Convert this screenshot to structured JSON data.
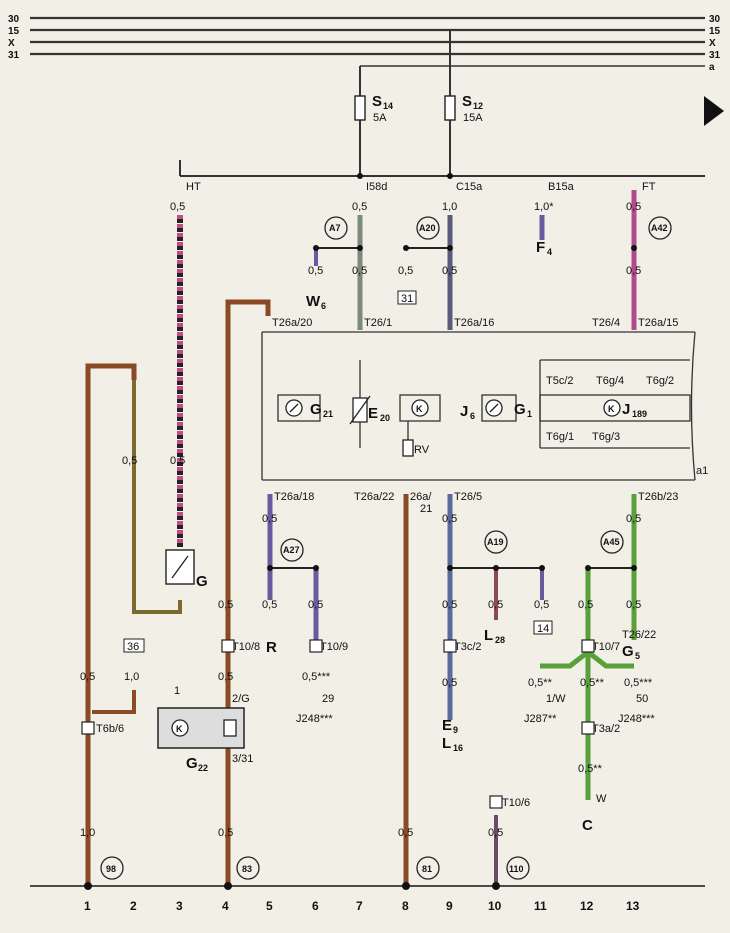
{
  "bus": {
    "right_labels": [
      "30",
      "15",
      "X",
      "31",
      "a"
    ],
    "left_labels": [
      "30",
      "15",
      "X",
      "31"
    ]
  },
  "fuses": [
    {
      "name": "S",
      "sub": "14",
      "rating": "5A"
    },
    {
      "name": "S",
      "sub": "12",
      "rating": "15A"
    }
  ],
  "connectors": {
    "HT": "HT",
    "I58d": "I58d",
    "C15a": "C15a",
    "B15a": "B15a",
    "FT": "FT",
    "T26a_20": "T26a/20",
    "T26_1": "T26/1",
    "T26a_16": "T26a/16",
    "T26_4": "T26/4",
    "T26a_15": "T26a/15",
    "T5c_2": "T5c/2",
    "T6g_4": "T6g/4",
    "T6g_2": "T6g/2",
    "T6g_1": "T6g/1",
    "T6g_3": "T6g/3",
    "T26a_18": "T26a/18",
    "T26a_22": "T26a/22",
    "T26a_21a": "26a/",
    "T26a_21b": "21",
    "T26_5": "T26/5",
    "T26b_23": "T26b/23",
    "T10_8": "T10/8",
    "T10_9": "T10/9",
    "T3c_2": "T3c/2",
    "T10_7": "T10/7",
    "T26_22": "T26/22",
    "T6b_6": "T6b/6",
    "G22_2": "2/G",
    "G22_3": "3/31",
    "G22_1": "1",
    "T3a_2": "T3a/2",
    "T10_6": "T10/6",
    "RV": "RV",
    "a1": "a1"
  },
  "wire_sizes": {
    "w05": "0,5",
    "w10": "1,0",
    "w10star": "1,0*",
    "w05_3star": "0,5***",
    "w05_2star": "0,5**"
  },
  "components": {
    "W": {
      "name": "W",
      "sub": "6"
    },
    "F": {
      "name": "F",
      "sub": "4"
    },
    "G21": {
      "name": "G",
      "sub": "21"
    },
    "E20": {
      "name": "E",
      "sub": "20"
    },
    "J6": {
      "name": "J",
      "sub": "6"
    },
    "G1": {
      "name": "G",
      "sub": "1"
    },
    "J189": {
      "name": "J",
      "sub": "189"
    },
    "G": {
      "name": "G"
    },
    "R": {
      "name": "R"
    },
    "G22": {
      "name": "G",
      "sub": "22"
    },
    "L28": {
      "name": "L",
      "sub": "28"
    },
    "E9": {
      "name": "E",
      "sub": "9"
    },
    "L16": {
      "name": "L",
      "sub": "16"
    },
    "G5": {
      "name": "G",
      "sub": "5"
    },
    "C": {
      "name": "C"
    },
    "J248_a": {
      "name": "J248***",
      "pin": "29"
    },
    "J287": {
      "name": "J287**",
      "pin": "1/W"
    },
    "J248_b": {
      "name": "J248***",
      "pin": "50"
    },
    "W_pin": {
      "name": "W"
    }
  },
  "ground_points": {
    "A7": "A7",
    "A20": "A20",
    "A42": "A42",
    "A27": "A27",
    "A19": "A19",
    "A45": "A45"
  },
  "boxed_refs": [
    "31",
    "36",
    "14"
  ],
  "earth_refs": [
    "98",
    "83",
    "81",
    "110"
  ],
  "columns": [
    "1",
    "2",
    "3",
    "4",
    "5",
    "6",
    "7",
    "8",
    "9",
    "10",
    "11",
    "12",
    "13"
  ]
}
